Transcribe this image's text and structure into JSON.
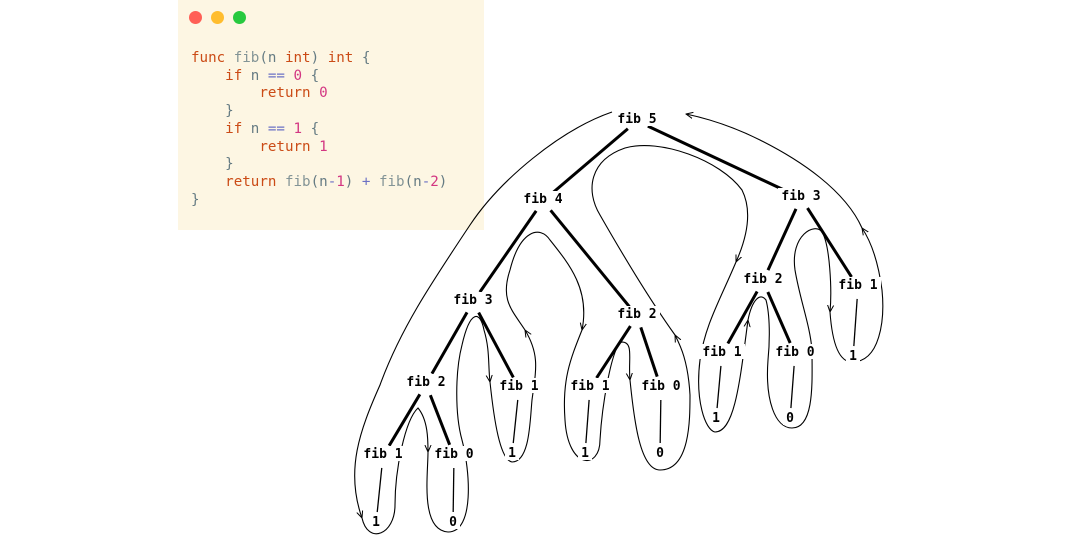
{
  "window": {
    "buttons": [
      "close",
      "minimize",
      "maximize"
    ],
    "colors": {
      "close": "#ff5f56",
      "minimize": "#ffbd2e",
      "maximize": "#27c93f",
      "background": "#fdf6e3"
    }
  },
  "code": {
    "lines": [
      [
        {
          "t": "func",
          "c": "kw"
        },
        {
          "t": " ",
          "c": "pl"
        },
        {
          "t": "fib",
          "c": "fn"
        },
        {
          "t": "(n ",
          "c": "pl"
        },
        {
          "t": "int",
          "c": "ty"
        },
        {
          "t": ") ",
          "c": "pl"
        },
        {
          "t": "int",
          "c": "ty"
        },
        {
          "t": " {",
          "c": "pl"
        }
      ],
      [
        {
          "t": "    ",
          "c": "pl"
        },
        {
          "t": "if",
          "c": "kw"
        },
        {
          "t": " n ",
          "c": "pl"
        },
        {
          "t": "==",
          "c": "op"
        },
        {
          "t": " ",
          "c": "pl"
        },
        {
          "t": "0",
          "c": "num"
        },
        {
          "t": " {",
          "c": "pl"
        }
      ],
      [
        {
          "t": "        ",
          "c": "pl"
        },
        {
          "t": "return",
          "c": "kw"
        },
        {
          "t": " ",
          "c": "pl"
        },
        {
          "t": "0",
          "c": "num"
        }
      ],
      [
        {
          "t": "    }",
          "c": "pl"
        }
      ],
      [
        {
          "t": "    ",
          "c": "pl"
        },
        {
          "t": "if",
          "c": "kw"
        },
        {
          "t": " n ",
          "c": "pl"
        },
        {
          "t": "==",
          "c": "op"
        },
        {
          "t": " ",
          "c": "pl"
        },
        {
          "t": "1",
          "c": "num"
        },
        {
          "t": " {",
          "c": "pl"
        }
      ],
      [
        {
          "t": "        ",
          "c": "pl"
        },
        {
          "t": "return",
          "c": "kw"
        },
        {
          "t": " ",
          "c": "pl"
        },
        {
          "t": "1",
          "c": "num"
        }
      ],
      [
        {
          "t": "    }",
          "c": "pl"
        }
      ],
      [
        {
          "t": "    ",
          "c": "pl"
        },
        {
          "t": "return",
          "c": "kw"
        },
        {
          "t": " ",
          "c": "pl"
        },
        {
          "t": "fib",
          "c": "fn"
        },
        {
          "t": "(n",
          "c": "pl"
        },
        {
          "t": "-",
          "c": "op"
        },
        {
          "t": "1",
          "c": "num"
        },
        {
          "t": ") ",
          "c": "pl"
        },
        {
          "t": "+",
          "c": "op"
        },
        {
          "t": " ",
          "c": "pl"
        },
        {
          "t": "fib",
          "c": "fn"
        },
        {
          "t": "(n",
          "c": "pl"
        },
        {
          "t": "-",
          "c": "op"
        },
        {
          "t": "2",
          "c": "num"
        },
        {
          "t": ")",
          "c": "pl"
        }
      ],
      [
        {
          "t": "}",
          "c": "pl"
        }
      ]
    ]
  },
  "tree": {
    "nodes": [
      {
        "id": "n5",
        "label": "fib 5"
      },
      {
        "id": "n4",
        "label": "fib 4"
      },
      {
        "id": "n3r",
        "label": "fib 3"
      },
      {
        "id": "n3",
        "label": "fib 3"
      },
      {
        "id": "n2a",
        "label": "fib 2"
      },
      {
        "id": "n2r",
        "label": "fib 2"
      },
      {
        "id": "n1r",
        "label": "fib 1"
      },
      {
        "id": "n2",
        "label": "fib 2"
      },
      {
        "id": "n1a",
        "label": "fib 1"
      },
      {
        "id": "n1b",
        "label": "fib 1"
      },
      {
        "id": "n0b",
        "label": "fib 0"
      },
      {
        "id": "n1c",
        "label": "fib 1"
      },
      {
        "id": "n0c",
        "label": "fib 0"
      },
      {
        "id": "n1d",
        "label": "fib 1"
      },
      {
        "id": "n0d",
        "label": "fib 0"
      }
    ],
    "leaves": [
      {
        "id": "v1r",
        "label": "1"
      },
      {
        "id": "v1a",
        "label": "1"
      },
      {
        "id": "v1b",
        "label": "1"
      },
      {
        "id": "v0b",
        "label": "0"
      },
      {
        "id": "v1c",
        "label": "1"
      },
      {
        "id": "v0c",
        "label": "0"
      },
      {
        "id": "v1d",
        "label": "1"
      },
      {
        "id": "v0d",
        "label": "0"
      }
    ]
  }
}
